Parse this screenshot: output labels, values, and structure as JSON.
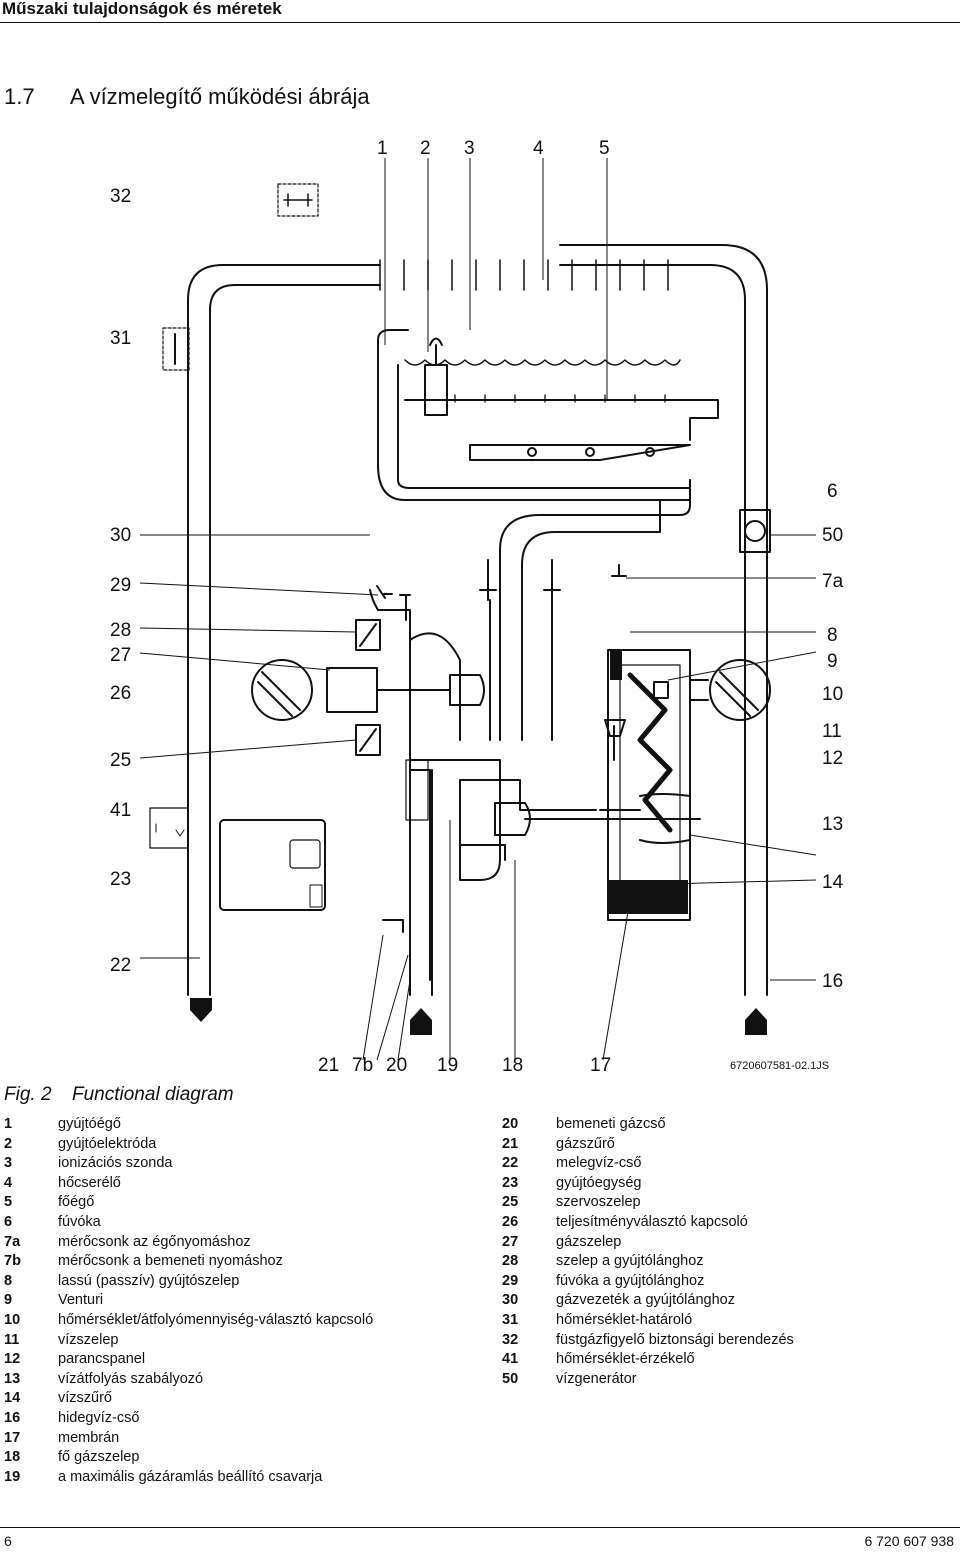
{
  "header": {
    "title": "Műszaki tulajdonságok és méretek"
  },
  "section": {
    "number": "1.7",
    "title": "A vízmelegítő működési ábrája"
  },
  "diagram": {
    "labels": {
      "l1": "1",
      "l2": "2",
      "l3": "3",
      "l4": "4",
      "l5": "5",
      "l32": "32",
      "l31": "31",
      "l30": "30",
      "l29": "29",
      "l28": "28",
      "l27": "27",
      "l26": "26",
      "l25": "25",
      "l41": "41",
      "l23": "23",
      "l22": "22",
      "l6": "6",
      "l50": "50",
      "l7a": "7a",
      "l8": "8",
      "l9": "9",
      "l10": "10",
      "l11": "11",
      "l12": "12",
      "l13": "13",
      "l14": "14",
      "l16": "16",
      "b21": "21",
      "b7b": "7b",
      "b20": "20",
      "b19": "19",
      "b18": "18",
      "b17": "17"
    },
    "code": "6720607581-02.1JS"
  },
  "caption": {
    "fig": "Fig. 2",
    "text": "Functional diagram"
  },
  "legend_left": [
    {
      "key": "1",
      "text": "gyújtóégő"
    },
    {
      "key": "2",
      "text": "gyújtóelektróda"
    },
    {
      "key": "3",
      "text": "ionizációs szonda"
    },
    {
      "key": "4",
      "text": "hőcserélő"
    },
    {
      "key": "5",
      "text": "főégő"
    },
    {
      "key": "6",
      "text": "fúvóka"
    },
    {
      "key": "7a",
      "text": "mérőcsonk az égőnyomáshoz"
    },
    {
      "key": "7b",
      "text": "mérőcsonk a bemeneti nyomáshoz"
    },
    {
      "key": "8",
      "text": "lassú (passzív) gyújtószelep"
    },
    {
      "key": "9",
      "text": "Venturi"
    },
    {
      "key": "10",
      "text": "hőmérséklet/átfolyómennyiség-választó kapcsoló"
    },
    {
      "key": "11",
      "text": "vízszelep"
    },
    {
      "key": "12",
      "text": "parancspanel"
    },
    {
      "key": "13",
      "text": "vízátfolyás szabályozó"
    },
    {
      "key": "14",
      "text": "vízszűrő"
    },
    {
      "key": "16",
      "text": "hidegvíz-cső"
    },
    {
      "key": "17",
      "text": "membrán"
    },
    {
      "key": "18",
      "text": "fő gázszelep"
    },
    {
      "key": "19",
      "text": "a maximális gázáramlás beállító csavarja"
    }
  ],
  "legend_right": [
    {
      "key": "20",
      "text": "bemeneti gázcső"
    },
    {
      "key": "21",
      "text": "gázszűrő"
    },
    {
      "key": "22",
      "text": "melegvíz-cső"
    },
    {
      "key": "23",
      "text": "gyújtóegység"
    },
    {
      "key": "25",
      "text": "szervoszelep"
    },
    {
      "key": "26",
      "text": "teljesítményválasztó kapcsoló"
    },
    {
      "key": "27",
      "text": "gázszelep"
    },
    {
      "key": "28",
      "text": "szelep a gyújtólánghoz"
    },
    {
      "key": "29",
      "text": "fúvóka a gyújtólánghoz"
    },
    {
      "key": "30",
      "text": "gázvezeték a gyújtólánghoz"
    },
    {
      "key": "31",
      "text": "hőmérséklet-határoló"
    },
    {
      "key": "32",
      "text": "füstgázfigyelő biztonsági berendezés"
    },
    {
      "key": "41",
      "text": "hőmérséklet-érzékelő"
    },
    {
      "key": "50",
      "text": "vízgenerátor"
    }
  ],
  "footer": {
    "page": "6",
    "doc_number": "6 720 607 938"
  }
}
